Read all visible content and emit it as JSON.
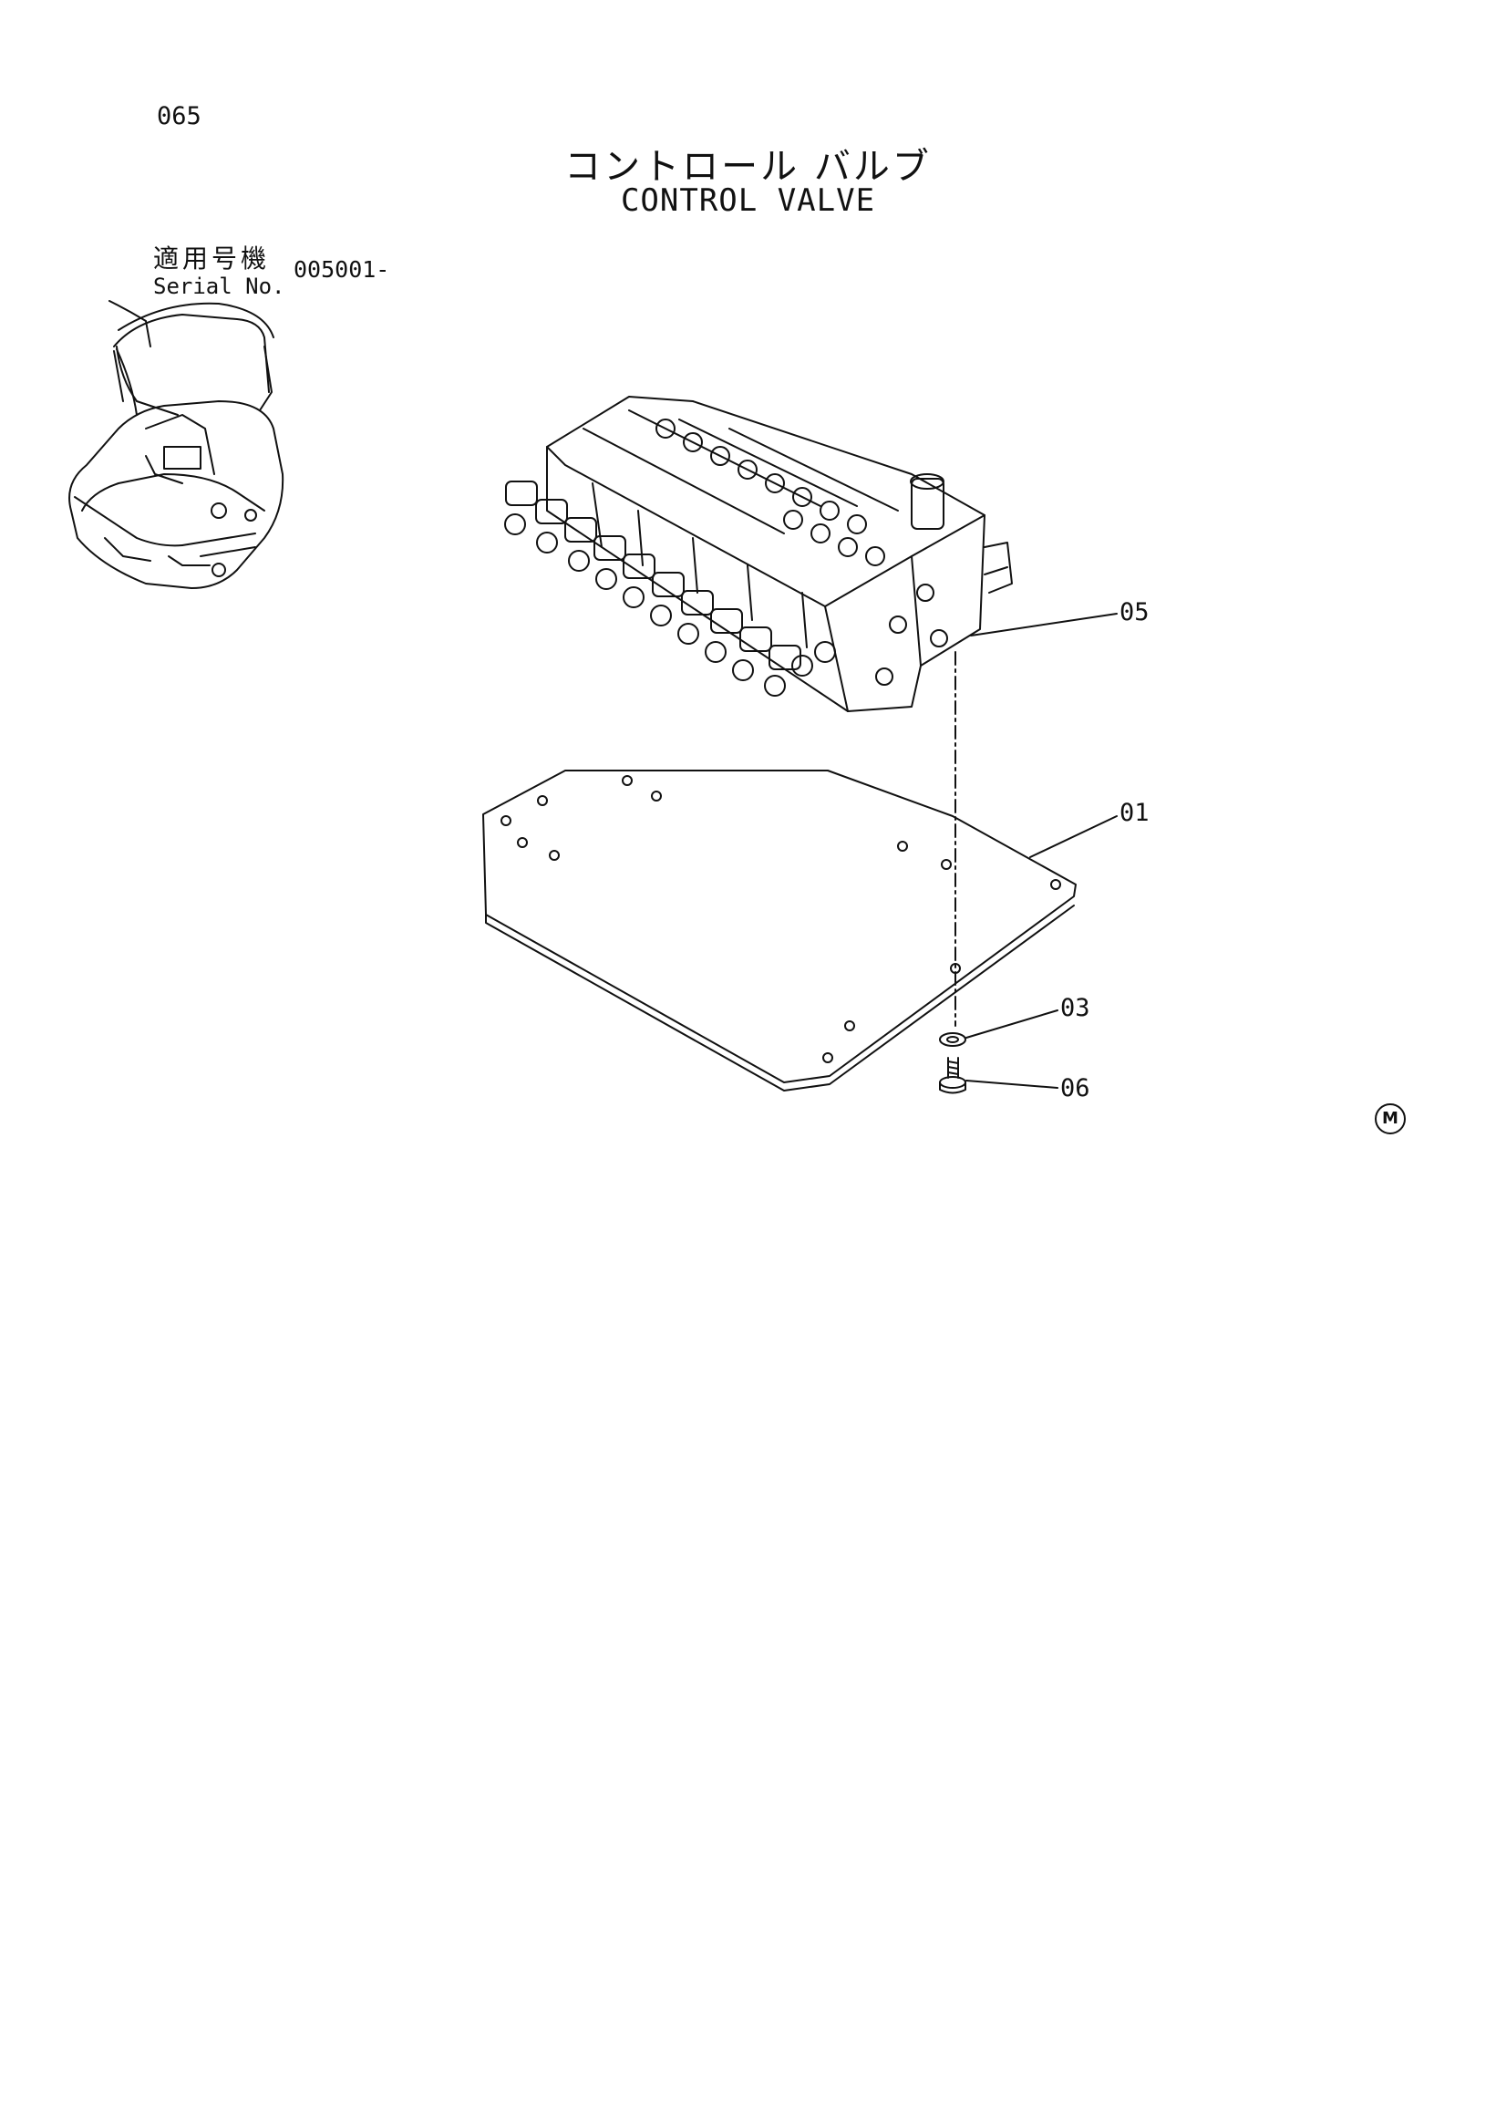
{
  "page": {
    "number": "065"
  },
  "title": {
    "japanese": "コントロール バルブ",
    "english": "CONTROL VALVE"
  },
  "serial": {
    "label_japanese": "適用号機",
    "label_english": "Serial No.",
    "value": "005001-"
  },
  "callouts": [
    {
      "id": "05"
    },
    {
      "id": "01"
    },
    {
      "id": "03"
    },
    {
      "id": "06"
    }
  ],
  "marking": {
    "symbol": "M"
  }
}
